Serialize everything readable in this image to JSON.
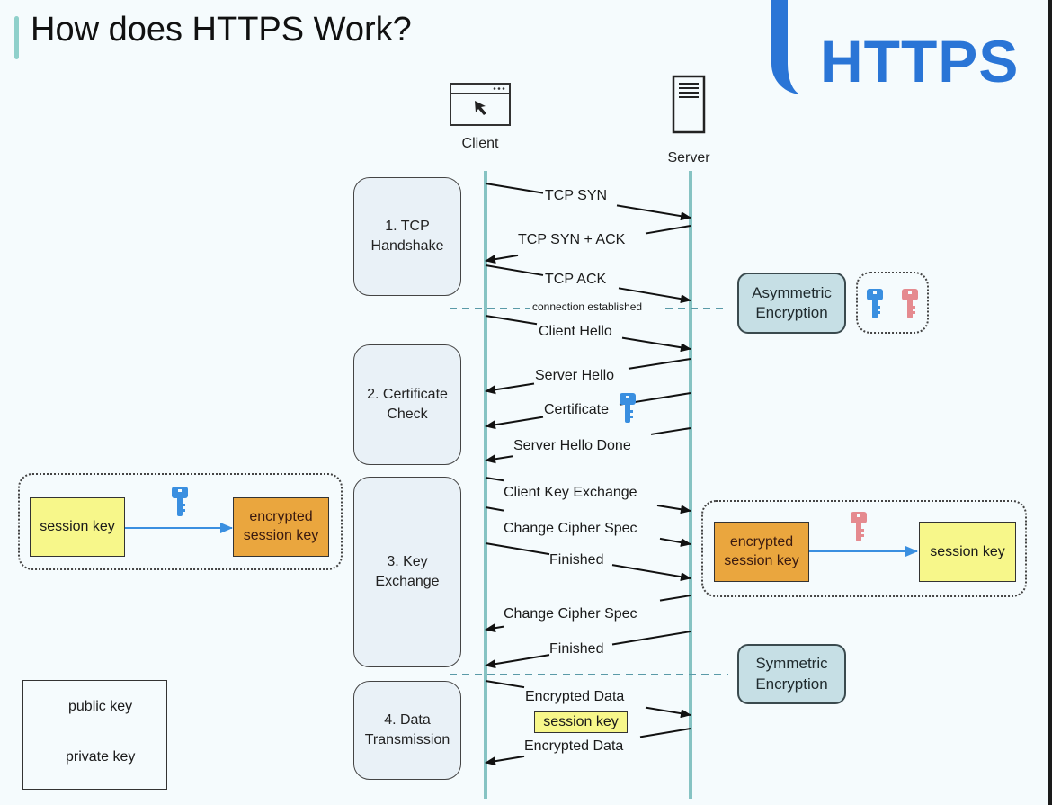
{
  "title": "How does HTTPS Work?",
  "brand": "HTTPS",
  "actors": {
    "client": {
      "label": "Client",
      "icon": "browser-window-icon"
    },
    "server": {
      "label": "Server",
      "icon": "server-icon"
    }
  },
  "phases": [
    {
      "label": "1. TCP\nHandshake"
    },
    {
      "label": "2. Certificate\nCheck"
    },
    {
      "label": "3. Key\nExchange"
    },
    {
      "label": "4. Data\nTransmission"
    }
  ],
  "messages": [
    {
      "label": "TCP SYN",
      "direction": "client-to-server"
    },
    {
      "label": "TCP SYN + ACK",
      "direction": "server-to-client"
    },
    {
      "label": "TCP ACK",
      "direction": "client-to-server"
    },
    {
      "label": "Client Hello",
      "direction": "client-to-server"
    },
    {
      "label": "Server Hello",
      "direction": "server-to-client"
    },
    {
      "label": "Certificate",
      "direction": "server-to-client",
      "icon": "public-key-icon"
    },
    {
      "label": "Server Hello Done",
      "direction": "server-to-client"
    },
    {
      "label": "Client Key Exchange",
      "direction": "client-to-server"
    },
    {
      "label": "Change Cipher Spec",
      "direction": "client-to-server"
    },
    {
      "label": "Finished",
      "direction": "client-to-server"
    },
    {
      "label": "Change Cipher Spec",
      "direction": "server-to-client"
    },
    {
      "label": "Finished",
      "direction": "server-to-client"
    },
    {
      "label": "Encrypted  Data",
      "direction": "client-to-server"
    },
    {
      "label": "Encrypted Data",
      "direction": "server-to-client"
    }
  ],
  "separators": {
    "connection": "connection established"
  },
  "data_key_label": "session key",
  "encryption": {
    "asymmetric": "Asymmetric\nEncryption",
    "symmetric": "Symmetric\nEncryption"
  },
  "client_group": {
    "from": "session key",
    "to": "encrypted\nsession key",
    "key": "public-key-icon"
  },
  "server_group": {
    "from": "encrypted\nsession key",
    "to": "session key",
    "key": "private-key-icon"
  },
  "legend": {
    "public": "public key",
    "private": "private key"
  },
  "colors": {
    "brand": "#2a75d6",
    "lifeline": "#86c3c3",
    "public_key": "#3a8fe0",
    "private_key": "#e58a8f",
    "session_key": "#f7f78a",
    "encrypted_key": "#eaa63e"
  }
}
